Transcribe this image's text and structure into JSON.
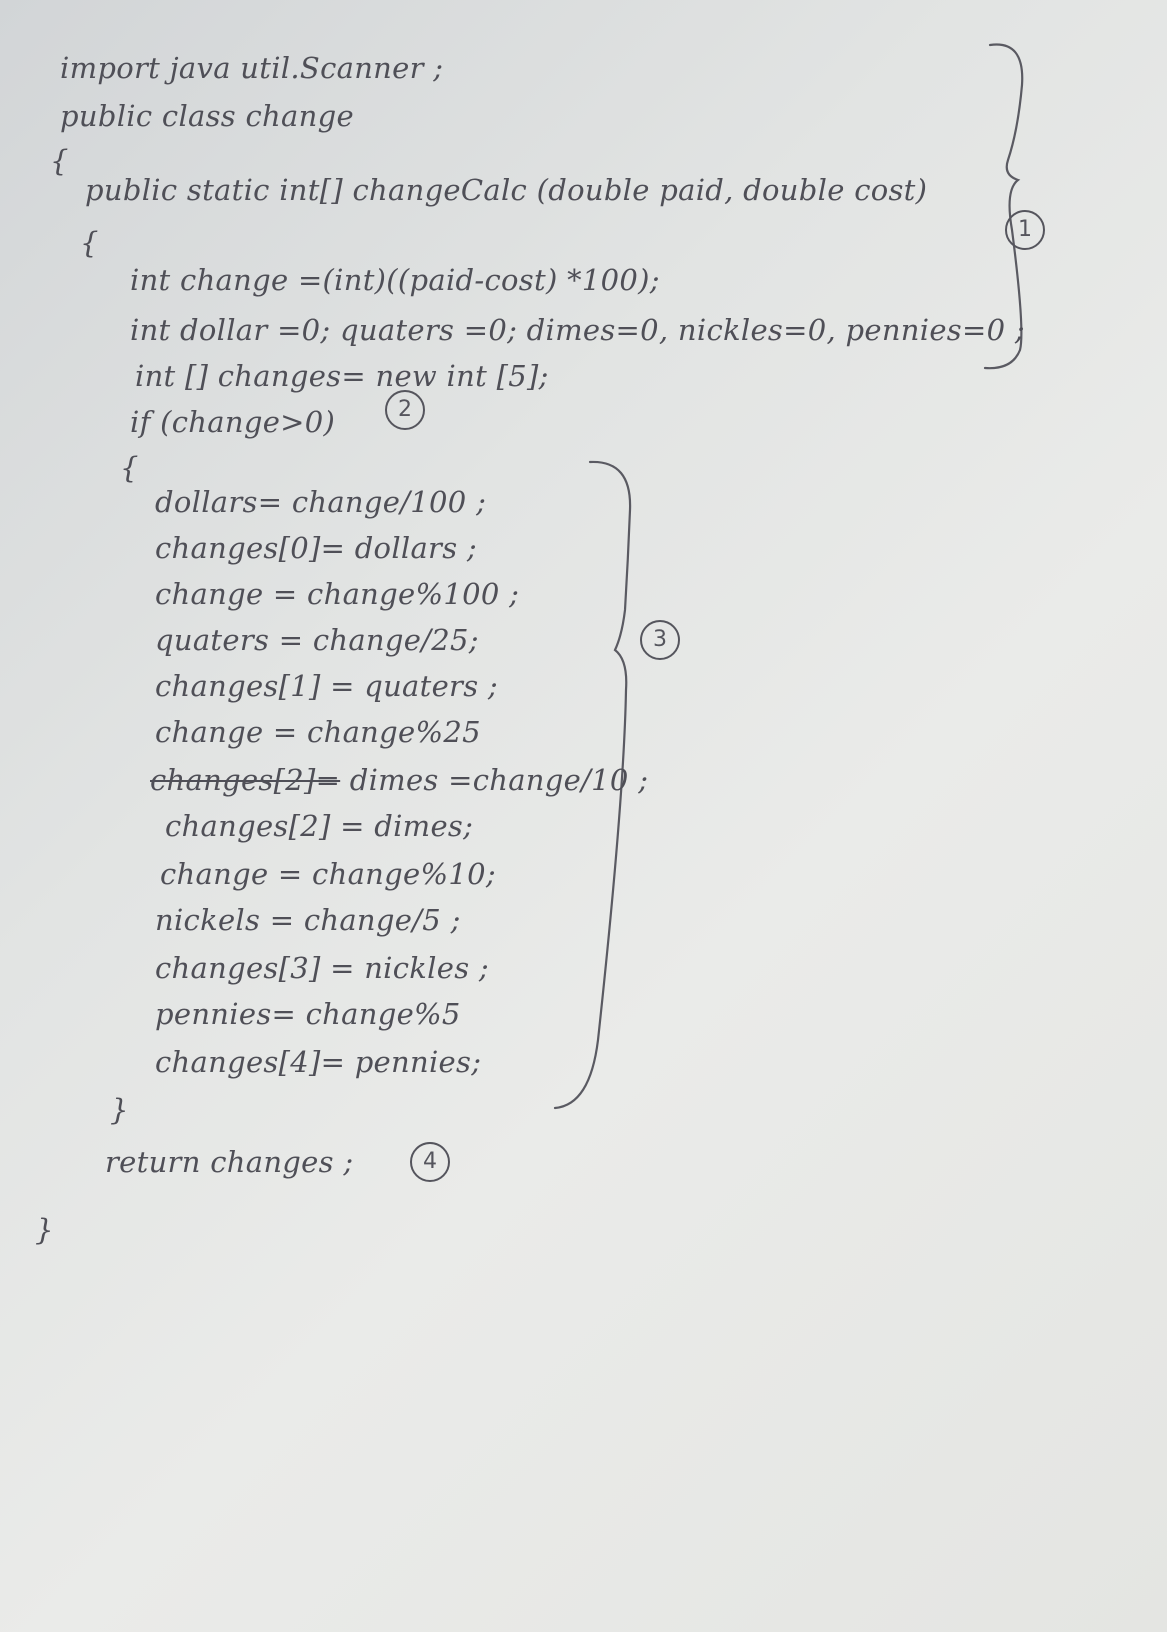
{
  "document": {
    "lines": [
      "import java util.Scanner ;",
      "public class change",
      "{",
      "public static int[] changeCalc (double paid, double cost)",
      "{",
      "int change =(int)((paid-cost) *100);",
      "int dollar =0; quaters =0; dimes=0, nickles=0, pennies=0 ;",
      "int [] changes= new int [5];",
      "if (change>0)",
      "{",
      "dollars= change/100 ;",
      "changes[0]= dollars ;",
      "change = change%100 ;",
      "quaters = change/25;",
      "changes[1] = quaters ;",
      "change = change%25",
      "dimes =change/10 ;",
      "changes[2] = dimes;",
      "change = change%10;",
      "nickels = change/5 ;",
      "changes[3] = nickles ;",
      "pennies= change%5",
      "changes[4]= pennies;",
      "}",
      "return changes ;",
      "}"
    ],
    "struck_text": "changes[2]=",
    "markers": [
      "1",
      "2",
      "3",
      "4"
    ]
  }
}
